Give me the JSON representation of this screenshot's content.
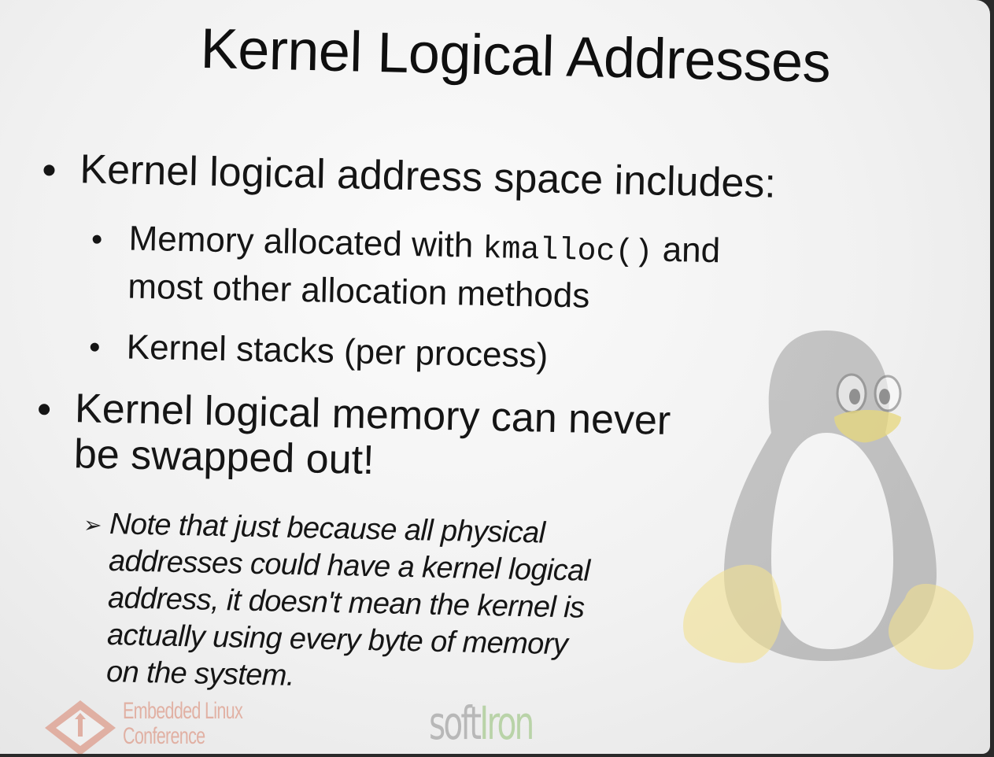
{
  "slide": {
    "title": "Kernel Logical Addresses",
    "bullets": {
      "b1_line1": "Kernel logical address space includes:",
      "sub1_pre": "Memory allocated with ",
      "sub1_code": "kmalloc()",
      "sub1_post": " and",
      "sub1_line2": "most other allocation methods",
      "sub2": "Kernel stacks (per process)",
      "b2_line1": "Kernel logical memory can never",
      "b2_line2": "be swapped out!"
    },
    "note": {
      "line1": "Note that just because all physical",
      "line2": "addresses could have a kernel logical",
      "line3": "address, it doesn't mean the kernel is",
      "line4": "actually using every byte of memory",
      "line5": "on the system."
    },
    "logos": {
      "elc_line1": "Embedded Linux",
      "elc_line2": "Conference",
      "softiron_a": "soft",
      "softiron_b": "Iron"
    },
    "icons": [
      "tux-penguin-icon",
      "elc-logo-icon"
    ]
  }
}
